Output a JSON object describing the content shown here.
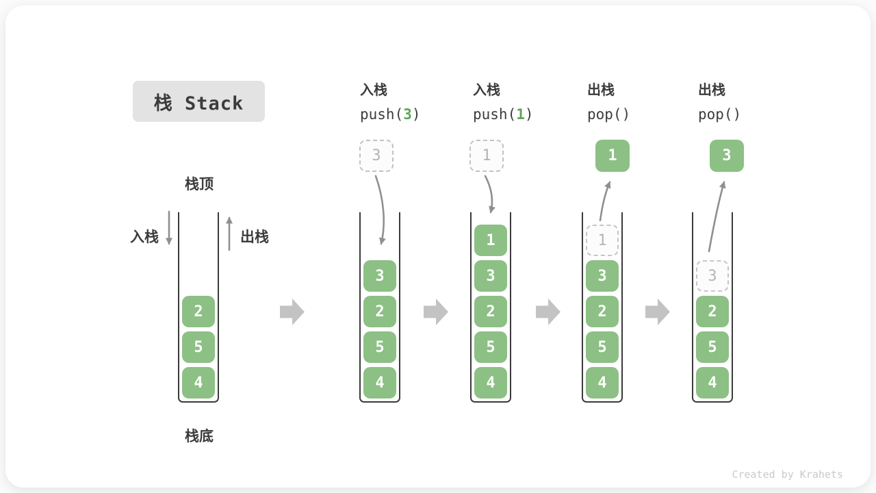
{
  "title": {
    "text": "栈 Stack"
  },
  "legend": {
    "top": "栈顶",
    "bottom": "栈底",
    "push_in": "入栈",
    "pop_out": "出栈"
  },
  "columns": [
    {
      "op": "入栈",
      "code_pre": "push(",
      "code_num": "3",
      "code_post": ")"
    },
    {
      "op": "入栈",
      "code_pre": "push(",
      "code_num": "1",
      "code_post": ")"
    },
    {
      "op": "出栈",
      "code_pre": "pop()",
      "code_num": "",
      "code_post": ""
    },
    {
      "op": "出栈",
      "code_pre": "pop()",
      "code_num": "",
      "code_post": ""
    }
  ],
  "floats": [
    {
      "value": "3",
      "style": "ghost"
    },
    {
      "value": "1",
      "style": "ghost"
    },
    {
      "value": "1",
      "style": "solid"
    },
    {
      "value": "3",
      "style": "solid"
    }
  ],
  "stacks": [
    {
      "items": [
        {
          "value": "4",
          "style": "solid"
        },
        {
          "value": "5",
          "style": "solid"
        },
        {
          "value": "2",
          "style": "solid"
        }
      ]
    },
    {
      "items": [
        {
          "value": "4",
          "style": "solid"
        },
        {
          "value": "5",
          "style": "solid"
        },
        {
          "value": "2",
          "style": "solid"
        },
        {
          "value": "3",
          "style": "solid"
        }
      ]
    },
    {
      "items": [
        {
          "value": "4",
          "style": "solid"
        },
        {
          "value": "5",
          "style": "solid"
        },
        {
          "value": "2",
          "style": "solid"
        },
        {
          "value": "3",
          "style": "solid"
        },
        {
          "value": "1",
          "style": "solid"
        }
      ]
    },
    {
      "items": [
        {
          "value": "4",
          "style": "solid"
        },
        {
          "value": "5",
          "style": "solid"
        },
        {
          "value": "2",
          "style": "solid"
        },
        {
          "value": "3",
          "style": "solid"
        },
        {
          "value": "1",
          "style": "ghost"
        }
      ]
    },
    {
      "items": [
        {
          "value": "4",
          "style": "solid"
        },
        {
          "value": "5",
          "style": "solid"
        },
        {
          "value": "2",
          "style": "solid"
        },
        {
          "value": "3",
          "style": "ghost"
        }
      ]
    }
  ],
  "watermark": "Created by Krahets",
  "colors": {
    "item_green": "#8cc084",
    "code_number_green": "#5ea554",
    "arrow_gray": "#8f8f8f",
    "block_arrow_gray": "#c3c3c3",
    "title_background": "#e3e3e3",
    "text_dark": "#3b3b3b",
    "ghost_gray": "#c2c2c2"
  }
}
